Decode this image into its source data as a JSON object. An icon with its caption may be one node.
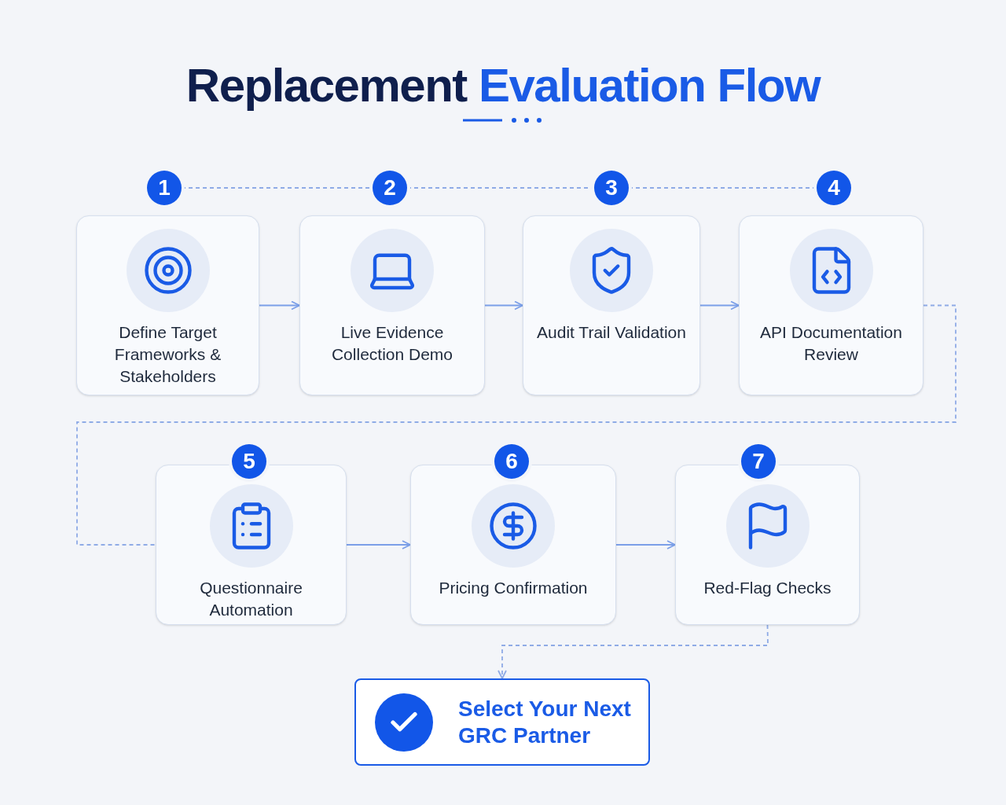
{
  "diagram": {
    "title": "Replacement Evaluation Flow",
    "nodes": [
      {
        "text": [
          "1"
        ]
      },
      {
        "text": [
          "Define Target Frameworks & Stakeholders"
        ]
      },
      {
        "text": [
          "2"
        ]
      },
      {
        "text": [
          "Live Evidence Collection Demo"
        ]
      },
      {
        "text": [
          "3"
        ]
      },
      {
        "text": [
          "Audit Trail Validation"
        ]
      },
      {
        "text": [
          "4"
        ]
      },
      {
        "text": [
          "API Documentation Review"
        ]
      },
      {
        "text": [
          "5"
        ]
      },
      {
        "text": [
          "Questionnaire Automation"
        ]
      },
      {
        "text": [
          "6"
        ]
      },
      {
        "text": [
          "Pricing Confirmation"
        ]
      },
      {
        "text": [
          "7"
        ]
      },
      {
        "text": [
          "Red-Flag Checks"
        ]
      },
      {
        "text": [
          "Select Your Next GRC Partner"
        ]
      }
    ],
    "edges": [
      {
        "from": 0,
        "to": 2,
        "arrow": "none",
        "style": "dashed"
      },
      {
        "from": 2,
        "to": 4,
        "arrow": "none",
        "style": "dashed"
      },
      {
        "from": 4,
        "to": 6,
        "arrow": "none",
        "style": "dashed"
      },
      {
        "from": 1,
        "to": 3,
        "arrow": "to"
      },
      {
        "from": 3,
        "to": 5,
        "arrow": "to"
      },
      {
        "from": 5,
        "to": 7,
        "arrow": "to"
      },
      {
        "from": 7,
        "to": 9,
        "arrow": "none",
        "style": "dashed"
      },
      {
        "from": 9,
        "to": 11,
        "arrow": "to"
      },
      {
        "from": 11,
        "to": 13,
        "arrow": "to"
      },
      {
        "from": 13,
        "to": 14,
        "arrow": "to",
        "style": "dashed"
      }
    ]
  }
}
